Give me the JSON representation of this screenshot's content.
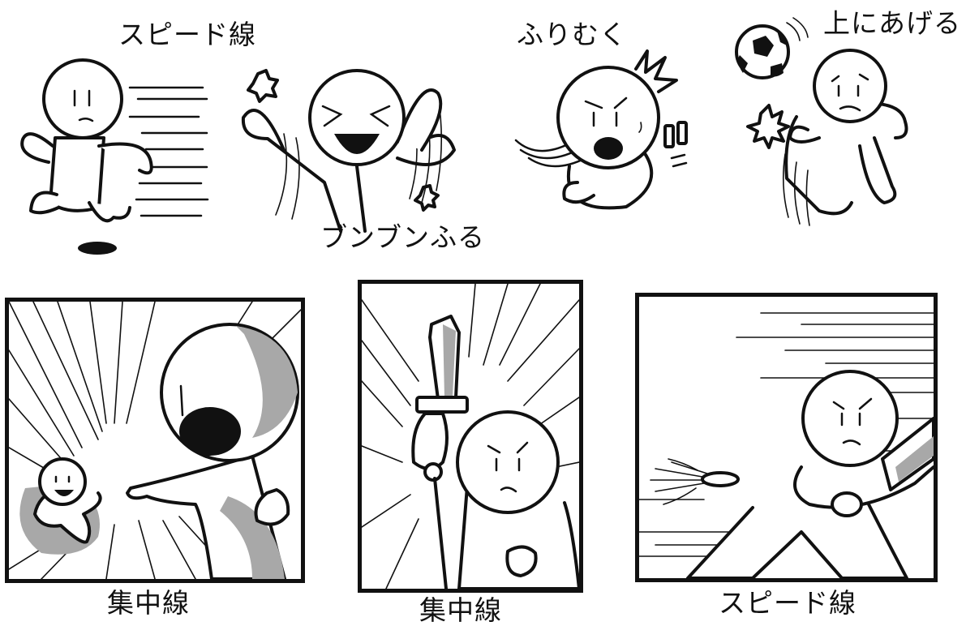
{
  "captions": {
    "speed_lines_top": "スピード線",
    "swing_hard": "ブンブンふる",
    "look_back": "ふりむく",
    "kick_up": "上にあげる",
    "focus_lines_left": "集中線",
    "focus_lines_center": "集中線",
    "speed_lines_bottom": "スピード線"
  },
  "colors": {
    "ink": "#111111",
    "paper": "#ffffff",
    "screentone": "#a8a8a8"
  }
}
